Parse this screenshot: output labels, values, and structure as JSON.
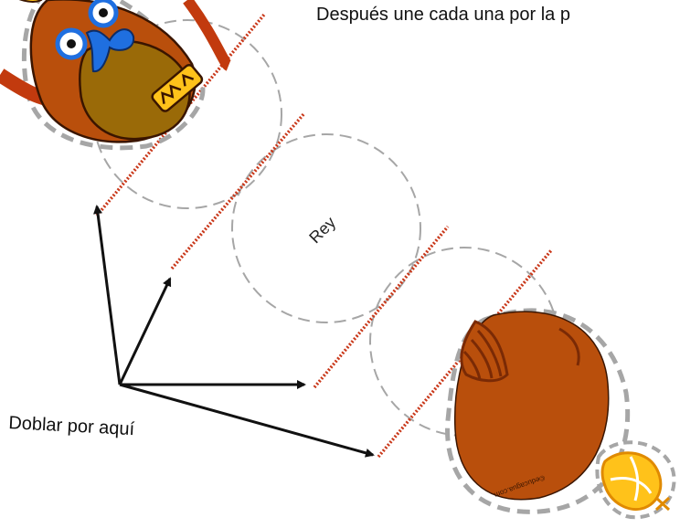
{
  "instruction_text": "Después une cada una por la p",
  "fold_label": "Doblar por aquí",
  "circle_label": "Rey",
  "watermark": "©educagua.com",
  "colors": {
    "body_brown": "#b94f0c",
    "dark_brown": "#7a2a05",
    "olive": "#9a6a08",
    "yellow": "#ffc21a",
    "blue": "#1f6fe0",
    "fold_line": "#c0391b",
    "dash_circle": "#9e9e9e",
    "cut_outline": "#aaaaaa"
  },
  "icons": [
    "lion-head-figure",
    "lion-tail-figure",
    "crown-icon",
    "fold-arrow-icon"
  ]
}
